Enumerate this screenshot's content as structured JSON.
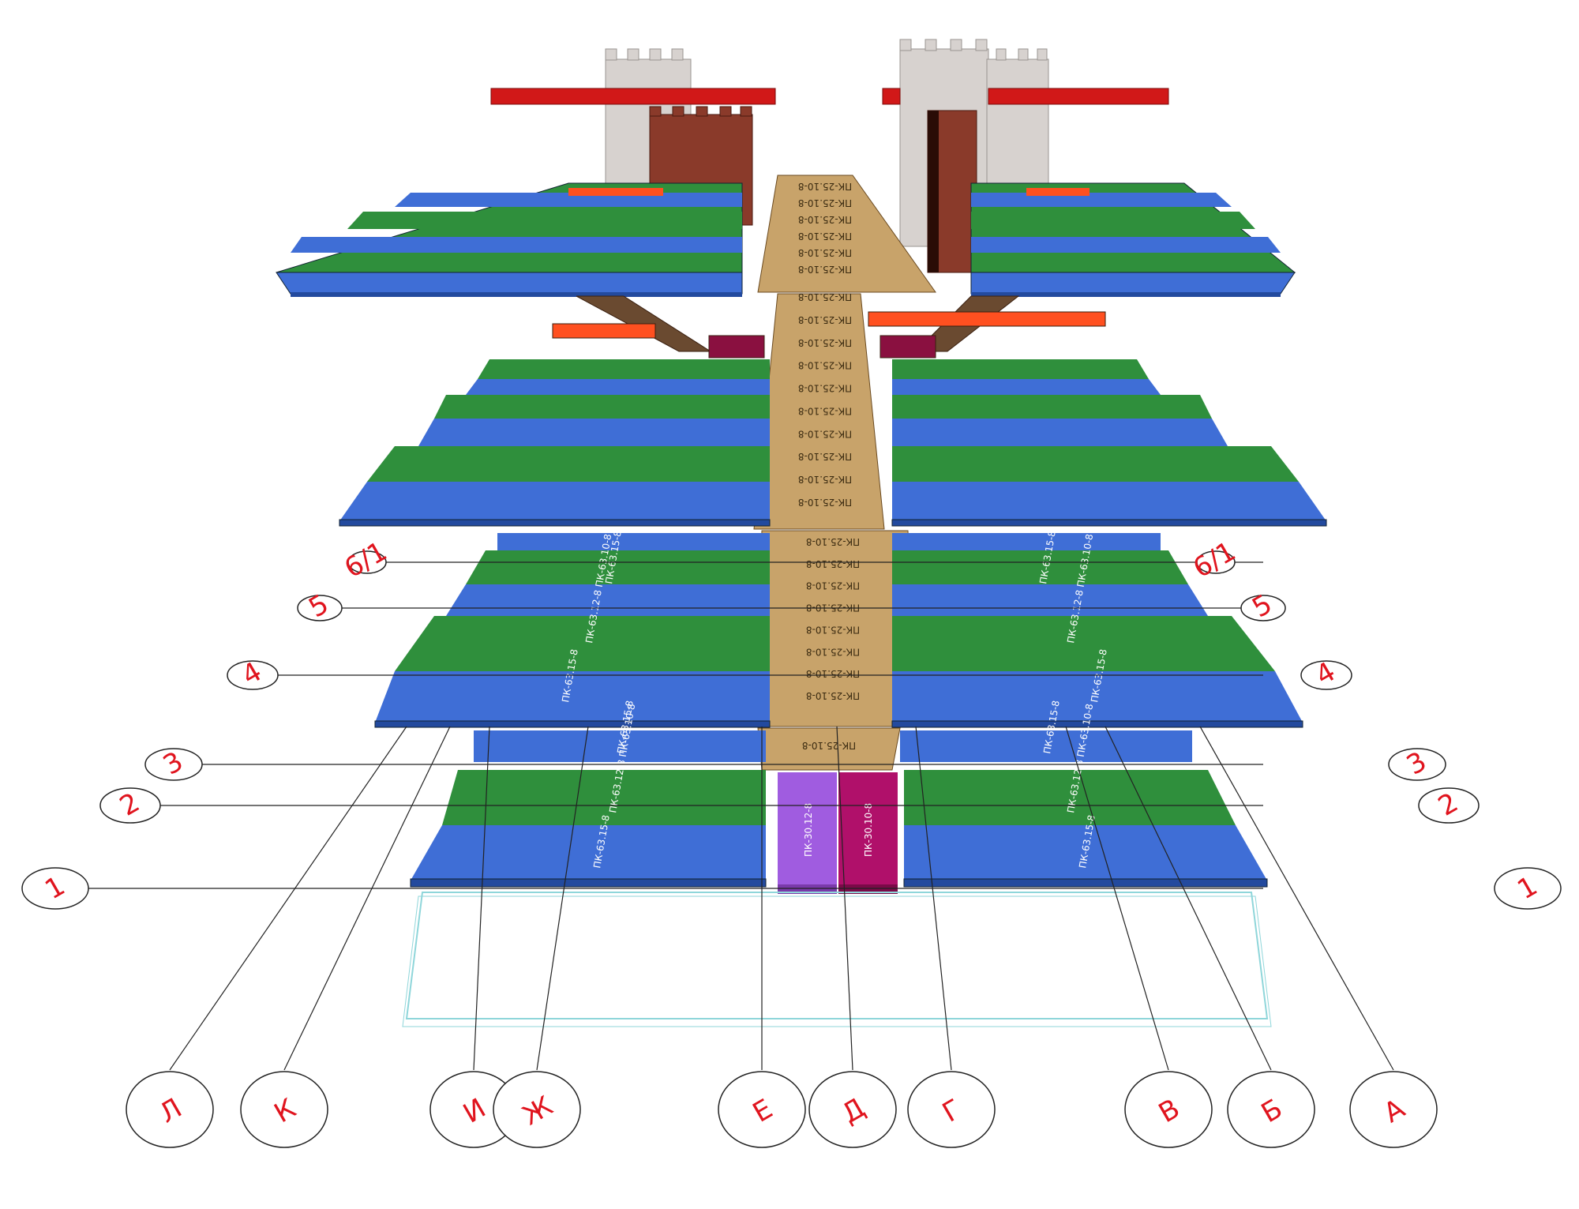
{
  "colors": {
    "slab_blue": "#3f6ed6",
    "slab_green": "#2f8f3c",
    "slab_red": "#ff5020",
    "corridor": "#c8a36a",
    "purple": "#a05ce0",
    "magenta": "#b0106a",
    "brick": "#8a3a2a",
    "stone": "#d7d2cf",
    "beam": "#d11818",
    "label_red": "#e0141e"
  },
  "axes": {
    "letters": [
      "Л",
      "К",
      "И",
      "Ж",
      "Е",
      "Д",
      "Г",
      "В",
      "Б",
      "А"
    ],
    "numbers_left": [
      "1",
      "2",
      "3",
      "4",
      "5",
      "6/1"
    ],
    "numbers_right": [
      "1",
      "2",
      "3",
      "4",
      "5",
      "6/1"
    ]
  },
  "corridor_labels": {
    "floor1": [
      "ПК-25.10-8"
    ],
    "floor2": [
      "ПК-25.10-8",
      "ПК-25.10-8",
      "ПК-25.10-8",
      "ПК-25.10-8",
      "ПК-25.10-8",
      "ПК-25.10-8",
      "ПК-25.10-8",
      "ПК-25.10-8"
    ],
    "floor3": [
      "ПК-25.10-8",
      "ПК-25.10-8",
      "ПК-25.10-8",
      "ПК-25.10-8",
      "ПК-25.10-8",
      "ПК-25.10-8",
      "ПК-25.10-8",
      "ПК-25.10-8",
      "ПК-25.10-8",
      "ПК-25.10-8"
    ],
    "floor4": [
      "ПК-25.10-8",
      "ПК-25.10-8",
      "ПК-25.10-8",
      "ПК-25.10-8",
      "ПК-25.10-8",
      "ПК-25.10-8"
    ]
  },
  "slab_labels": {
    "left_floor1": [
      "ПК-63.15-8",
      "ПК-63.12-8 ПК-63.10-8",
      "ПК-63.15-8"
    ],
    "right_floor1": [
      "ПК-63.15-8",
      "ПК-63.12-8 ПК-63.10-8",
      "ПК-63.15-8"
    ],
    "left_floor2": [
      "ПК-63.15-8",
      "ПК-63.12-8 ПК-63.10-8",
      "ПК-63.15-8"
    ],
    "right_floor2": [
      "ПК-63.15-8",
      "ПК-63.12-8 ПК-63.10-8",
      "ПК-63.15-8"
    ],
    "purple_strip": "ПК-30.12-8",
    "magenta_strip": "ПК-30.10-8"
  }
}
